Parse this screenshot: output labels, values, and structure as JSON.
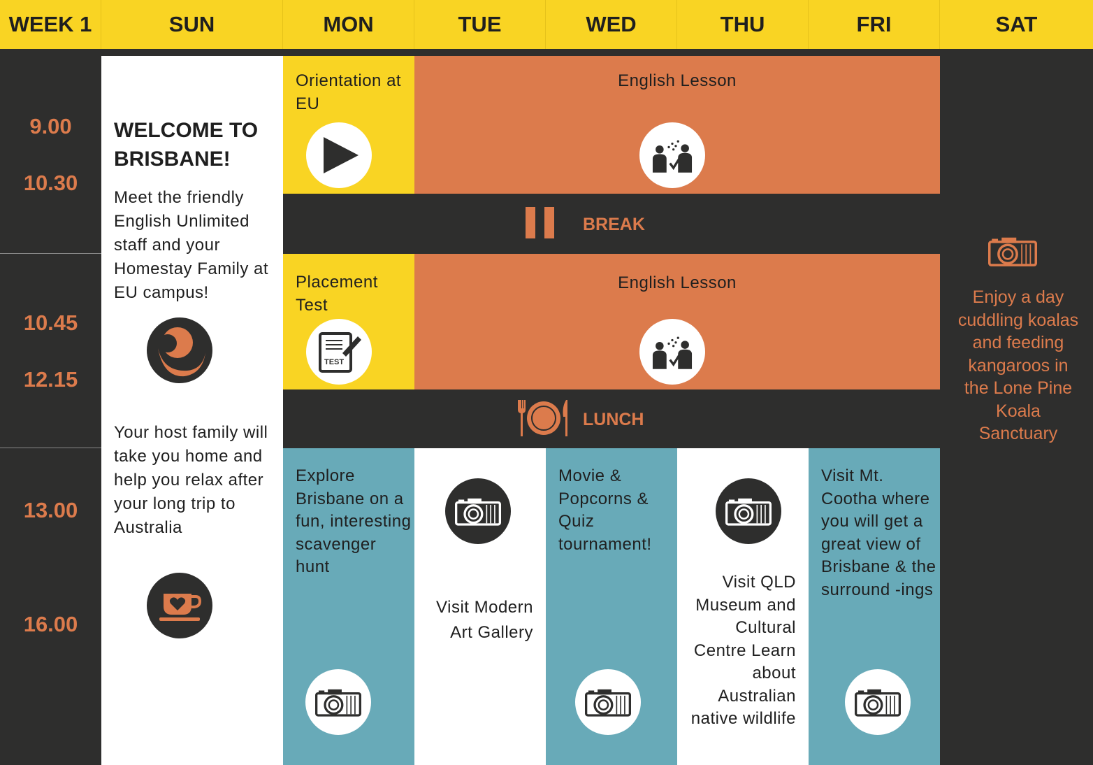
{
  "header": {
    "week": "WEEK 1",
    "days": [
      "SUN",
      "MON",
      "TUE",
      "WED",
      "THU",
      "FRI",
      "SAT"
    ]
  },
  "times": [
    "9.00",
    "10.30",
    "10.45",
    "12.15",
    "13.00",
    "16.00"
  ],
  "sunday": {
    "title": "WELCOME TO BRISBANE!",
    "intro": "Meet the friendly English Unlimited staff and your Homestay Family at EU campus!",
    "host": "Your host family will take you home and help you relax after your long trip to Australia"
  },
  "monday": {
    "orientation": "Orientation at EU",
    "placement": "Placement Test",
    "test_badge": "TEST",
    "explore": "Explore Brisbane on a fun, interesting scavenger hunt"
  },
  "lessons": {
    "first": "English Lesson",
    "second": "English Lesson"
  },
  "break_label": "BREAK",
  "lunch_label": "LUNCH",
  "tuesday": "Visit Modern Art Gallery",
  "wednesday": "Movie & Popcorns & Quiz tournament!",
  "thursday": "Visit QLD Museum and Cultural Centre Learn about Australian native wildlife",
  "friday": "Visit Mt. Cootha where you will get a great view of Brisbane & the surround -ings",
  "saturday": "Enjoy a day cuddling koalas and feeding kangaroos in the Lone Pine Koala Sanctuary",
  "colors": {
    "yellow": "#f9d423",
    "orange": "#dc7b4c",
    "dark": "#2e2e2d",
    "teal": "#68aab8"
  }
}
